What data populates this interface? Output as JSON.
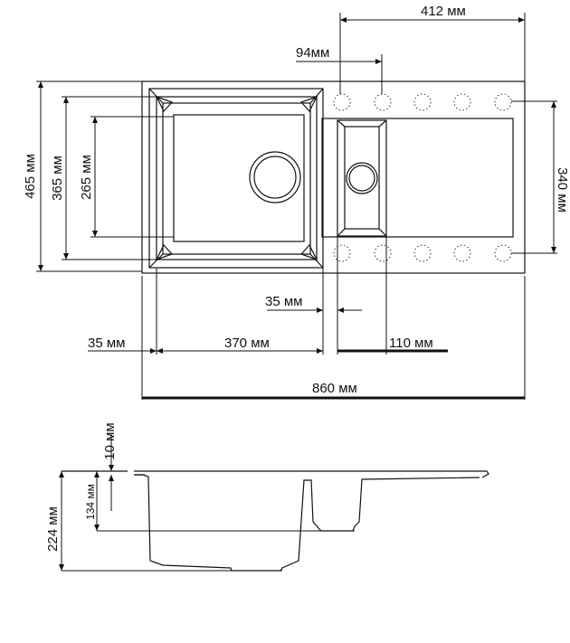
{
  "title": "Sink dimension drawing",
  "dimensions": {
    "width_drainboard": "412 мм",
    "tap_hole_spacing": "94мм",
    "total_depth": "465 мм",
    "bowl_outer_depth": "365 мм",
    "bowl_inner_depth": "265 мм",
    "drainboard_depth": "340 мм",
    "bowl_gap": "35 мм",
    "left_margin": "35 мм",
    "big_bowl_width": "370 мм",
    "small_bowl_width": "110 мм",
    "total_width": "860 мм",
    "rim_thickness": "10 мм",
    "small_bowl_height": "134 мм",
    "total_height": "224 мм"
  }
}
